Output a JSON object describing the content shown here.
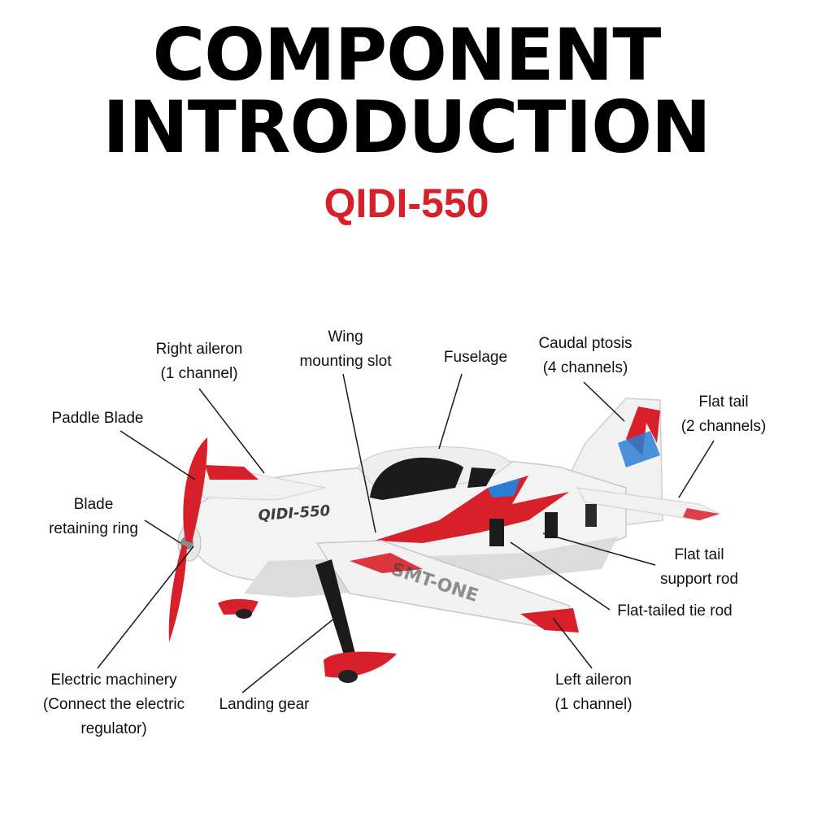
{
  "header": {
    "title_line1": "COMPONENT",
    "title_line2": "INTRODUCTION",
    "model": "QIDI-550"
  },
  "plane": {
    "logo_text": "QIDI-550",
    "wing_text": "SMT-ONE"
  },
  "colors": {
    "accent_red": "#d8202a",
    "plane_white": "#f3f3f3",
    "stripe_blue": "#2a7fd4",
    "gear_black": "#1a1a1a"
  },
  "labels": {
    "right_aileron": [
      "Right aileron",
      "(1 channel)"
    ],
    "wing_slot": [
      "Wing",
      "mounting slot"
    ],
    "fuselage": [
      "Fuselage"
    ],
    "caudal": [
      "Caudal ptosis",
      "(4 channels)"
    ],
    "flat_tail": [
      "Flat tail",
      "(2 channels)"
    ],
    "paddle_blade": [
      "Paddle Blade"
    ],
    "blade_ring": [
      "Blade",
      "retaining ring"
    ],
    "tail_rod": [
      "Flat tail",
      "support rod"
    ],
    "tie_rod": [
      "Flat-tailed tie rod"
    ],
    "electric": [
      "Electric machinery",
      "(Connect the electric",
      "regulator)"
    ],
    "landing_gear": [
      "Landing gear"
    ],
    "left_aileron": [
      "Left aileron",
      "(1 channel)"
    ]
  }
}
